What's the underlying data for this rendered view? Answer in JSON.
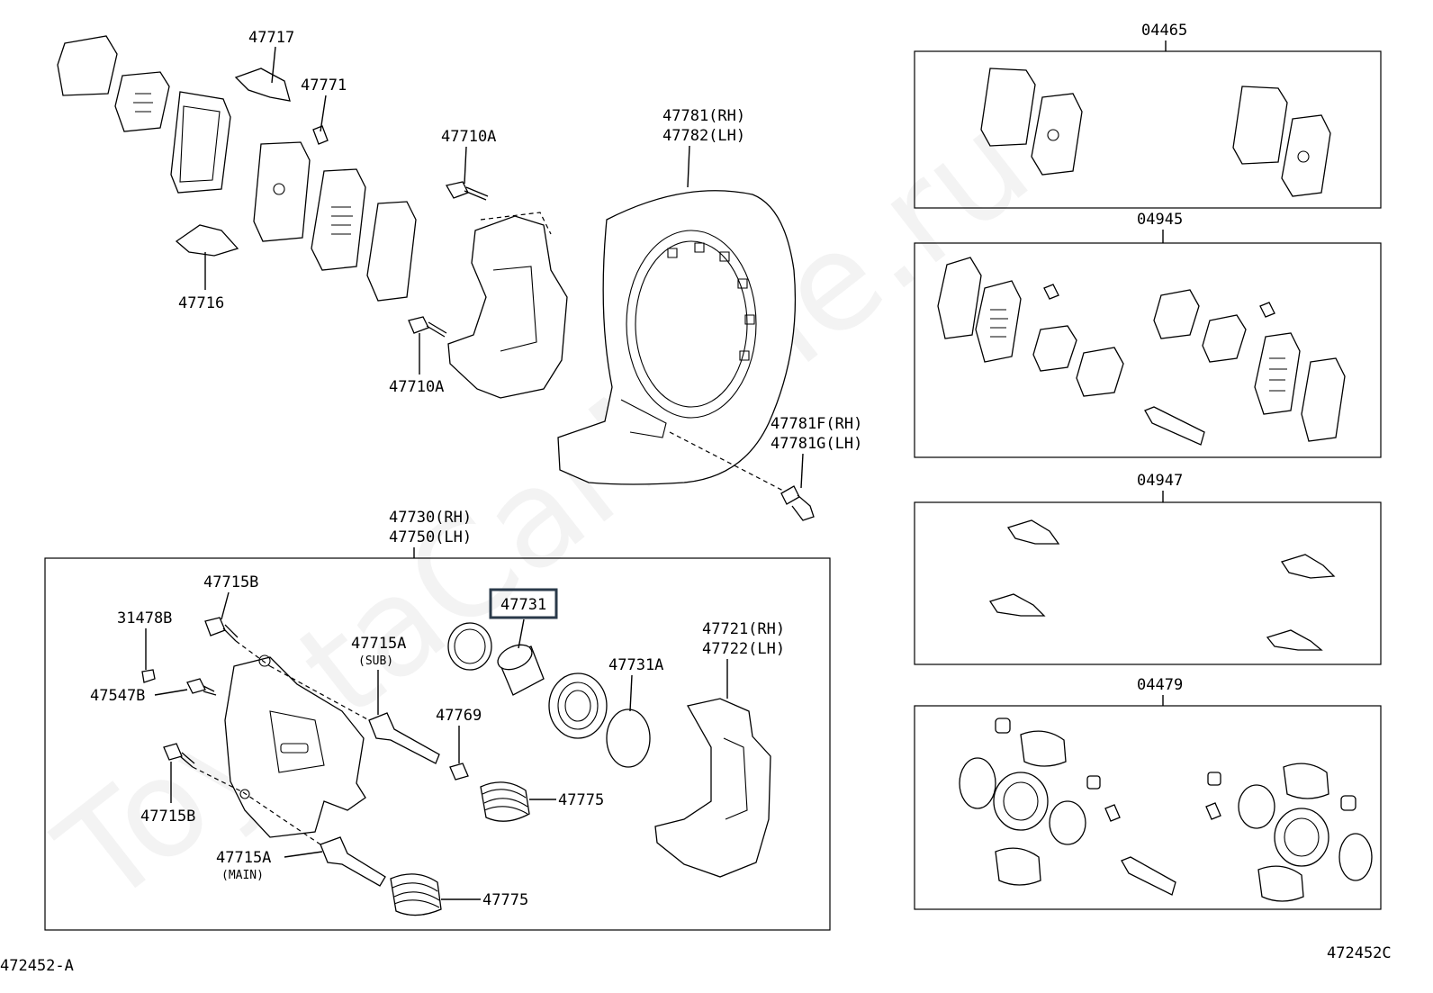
{
  "diagram": {
    "footer": {
      "left": "472452-A",
      "right": "472452C"
    },
    "watermark": "ToyotaCarMine.ru",
    "highlight_color": "#2a3a4a",
    "labels": {
      "p47717": "47717",
      "p47771": "47771",
      "p47710A_top": "47710A",
      "p47716": "47716",
      "p47710A_bot": "47710A",
      "p47781_rh": "47781(RH)",
      "p47782_lh": "47782(LH)",
      "p47781F_rh": "47781F(RH)",
      "p47781G_lh": "47781G(LH)",
      "p47730_rh": "47730(RH)",
      "p47750_lh": "47750(LH)",
      "p47715B_top": "47715B",
      "p31478B": "31478B",
      "p47547B": "47547B",
      "p47715B_bot": "47715B",
      "p47715A_sub": "47715A",
      "sub_note": "(SUB)",
      "p47715A_main": "47715A",
      "main_note": "(MAIN)",
      "p47731": "47731",
      "p47731A": "47731A",
      "p47769": "47769",
      "p47775_a": "47775",
      "p47775_b": "47775",
      "p47721_rh": "47721(RH)",
      "p47722_lh": "47722(LH)",
      "kit04465": "04465",
      "kit04945": "04945",
      "kit04947": "04947",
      "kit04479": "04479"
    }
  }
}
